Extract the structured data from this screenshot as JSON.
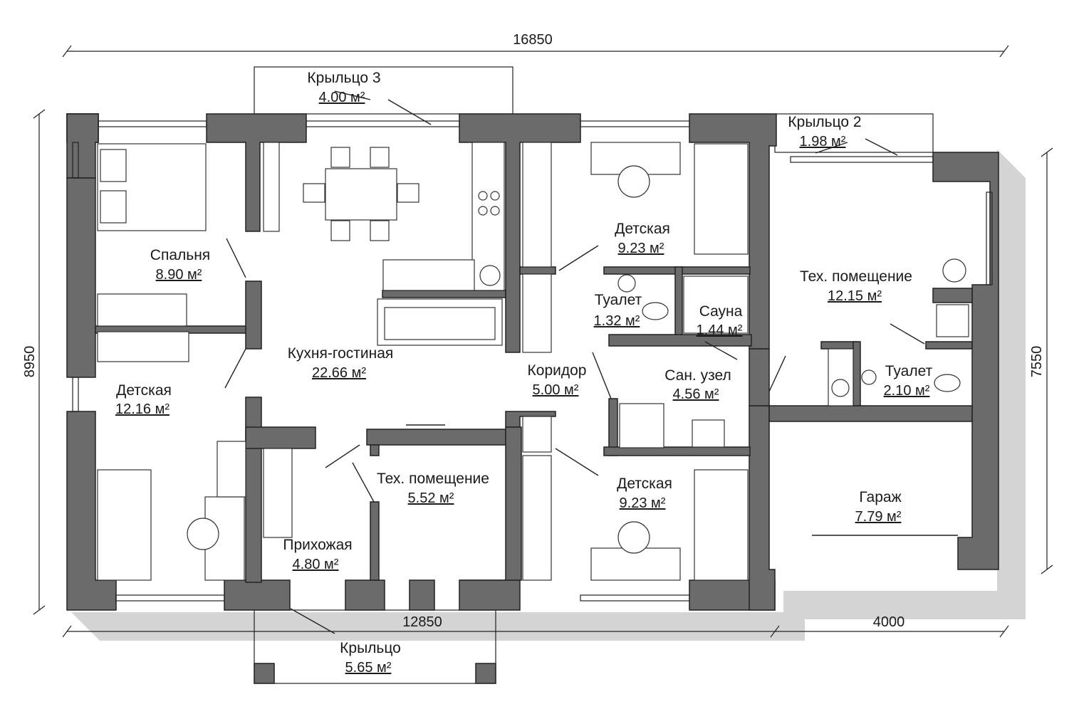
{
  "dimensions": {
    "top_total": "16850",
    "left_total": "8950",
    "right_total": "7550",
    "bottom_left": "12850",
    "bottom_right": "4000"
  },
  "rooms": [
    {
      "id": "porch3",
      "name": "Крыльцо 3",
      "area": "4.00 м²"
    },
    {
      "id": "porch2",
      "name": "Крыльцо 2",
      "area": "1.98 м²"
    },
    {
      "id": "bedroom",
      "name": "Спальня",
      "area": "8.90 м²"
    },
    {
      "id": "kitchen",
      "name": "Кухня-гостиная",
      "area": "22.66 м²"
    },
    {
      "id": "kids_top",
      "name": "Детская",
      "area": "9.23 м²"
    },
    {
      "id": "tech_right",
      "name": "Тех. помещение",
      "area": "12.15 м²"
    },
    {
      "id": "wc_small",
      "name": "Туалет",
      "area": "1.32 м²"
    },
    {
      "id": "sauna",
      "name": "Сауна",
      "area": "1.44 м²"
    },
    {
      "id": "corridor",
      "name": "Коридор",
      "area": "5.00 м²"
    },
    {
      "id": "bathroom",
      "name": "Сан. узел",
      "area": "4.56 м²"
    },
    {
      "id": "wc_right",
      "name": "Туалет",
      "area": "2.10 м²"
    },
    {
      "id": "kids_left",
      "name": "Детская",
      "area": "12.16 м²"
    },
    {
      "id": "tech_mid",
      "name": "Тех. помещение",
      "area": "5.52 м²"
    },
    {
      "id": "kids_bottom",
      "name": "Детская",
      "area": "9.23 м²"
    },
    {
      "id": "garage",
      "name": "Гараж",
      "area": "7.79 м²"
    },
    {
      "id": "hall",
      "name": "Прихожая",
      "area": "4.80 м²"
    },
    {
      "id": "porch",
      "name": "Крыльцо",
      "area": "5.65 м²"
    }
  ]
}
